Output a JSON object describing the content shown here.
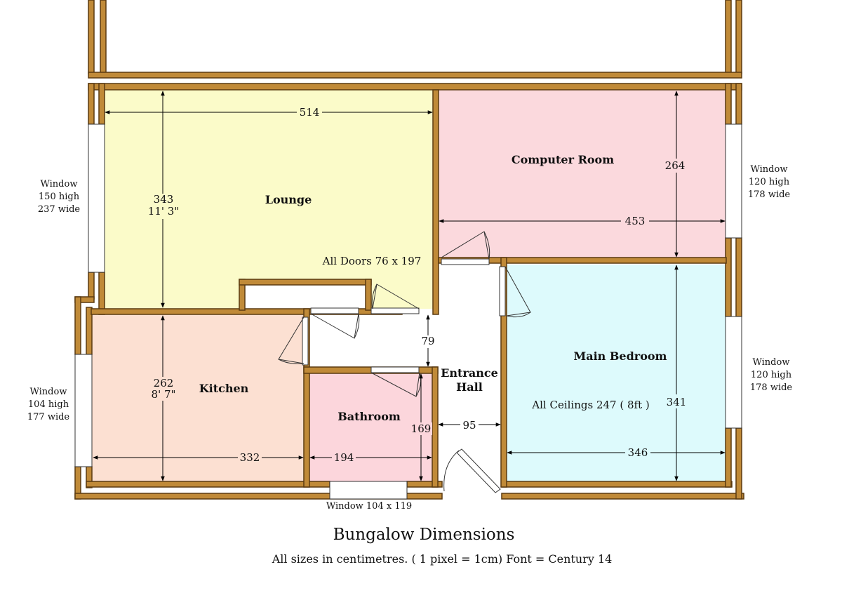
{
  "colors": {
    "wall": "#c08a38",
    "lounge": "#fbfbc9",
    "computer_room": "#fbd9dd",
    "kitchen": "#fce0d2",
    "bathroom": "#fcd6dc",
    "main_bedroom": "#ddfafc",
    "hall": "#ffffff"
  },
  "rooms": {
    "lounge": "Lounge",
    "computer_room": "Computer Room",
    "kitchen": "Kitchen",
    "bathroom": "Bathroom",
    "entrance_hall_line1": "Entrance",
    "entrance_hall_line2": "Hall",
    "main_bedroom": "Main Bedroom"
  },
  "dimensions": {
    "lounge_width": "514",
    "lounge_height": "343",
    "lounge_height_imperial": "11' 3\"",
    "computer_room_height": "264",
    "computer_room_width": "453",
    "kitchen_height": "262",
    "kitchen_height_imperial": "8' 7\"",
    "kitchen_width": "332",
    "bathroom_width": "194",
    "bathroom_height": "169",
    "passage_width": "79",
    "hall_width": "95",
    "bedroom_height": "341",
    "bedroom_width": "346"
  },
  "notes": {
    "all_doors": "All Doors 76 x 197",
    "all_ceilings": "All Ceilings 247 ( 8ft )"
  },
  "windows": {
    "lounge": [
      "Window",
      "150 high",
      "237 wide"
    ],
    "computer_room": [
      "Window",
      "120 high",
      "178 wide"
    ],
    "kitchen": [
      "Window",
      "104 high",
      "177 wide"
    ],
    "bedroom": [
      "Window",
      "120 high",
      "178 wide"
    ],
    "bathroom": "Window 104 x 119"
  },
  "title": "Bungalow Dimensions",
  "subtitle": "All sizes in centimetres. ( 1 pixel = 1cm) Font = Century 14"
}
